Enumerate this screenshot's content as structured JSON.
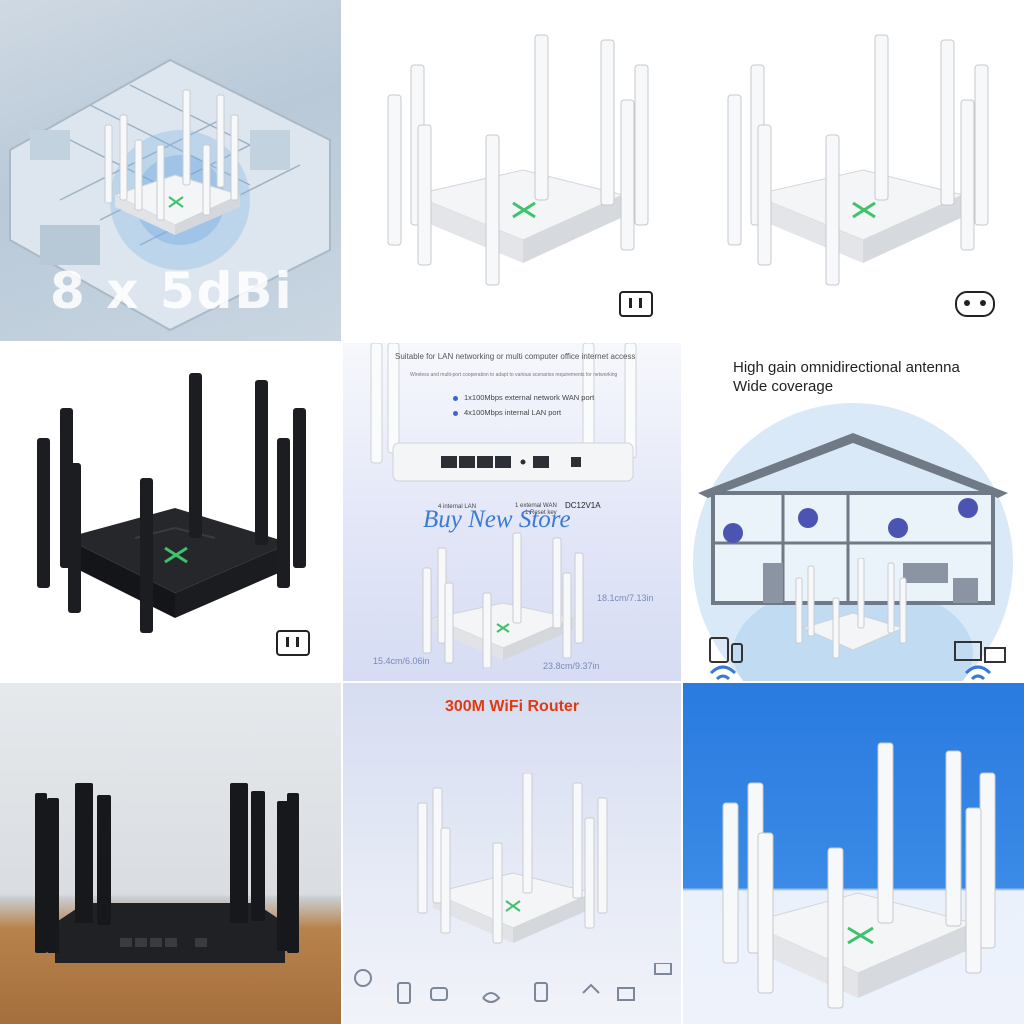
{
  "panels": {
    "p1": {
      "overlay_text": "8 x 5dBi"
    },
    "p2": {
      "plug_icon": "us-plug-icon"
    },
    "p3": {
      "plug_icon": "eu-plug-icon"
    },
    "p4": {
      "plug_icon": "us-plug-icon"
    },
    "p5": {
      "heading": "Suitable for LAN networking or multi computer office internet access",
      "subheading": "Wireless and multi-port cooperation to adapt to various scenarios requirements for networking",
      "features": [
        "1x100Mbps external network WAN port",
        "4x100Mbps internal LAN port"
      ],
      "port_labels": [
        "4 internal LAN",
        "1 external WAN",
        "1 Reset key",
        "DC12V1A"
      ],
      "watermark": "Buy New Store",
      "dimensions": [
        "18.1cm/7.13in",
        "15.4cm/6.06in",
        "23.8cm/9.37in"
      ]
    },
    "p6": {
      "title_lines": [
        "High gain omnidirectional antenna",
        "Wide coverage"
      ]
    },
    "p8": {
      "title": "300M  WiFi Router"
    }
  },
  "colors": {
    "white_router": "#f2f3f5",
    "black_router": "#1c1d20",
    "led_green": "#3ec26b",
    "title_red": "#e03a12",
    "store_blue": "#3a7bd5",
    "sky_blue": "#2a7be0"
  }
}
